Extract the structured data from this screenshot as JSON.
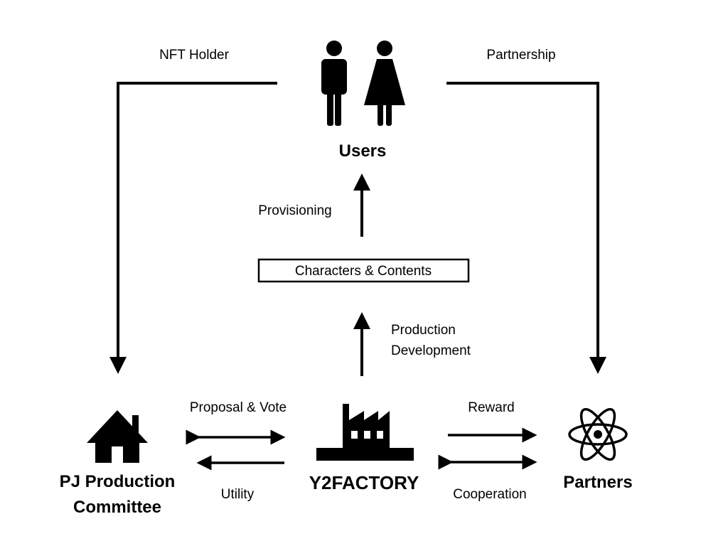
{
  "nodes": {
    "users": "Users",
    "content_box": "Characters & Contents",
    "committee_line1": "PJ Production",
    "committee_line2": "Committee",
    "factory": "Y2FACTORY",
    "partners": "Partners"
  },
  "edges": {
    "nft_holder": "NFT Holder",
    "partnership": "Partnership",
    "provisioning": "Provisioning",
    "production": "Production",
    "development": "Development",
    "proposal_vote": "Proposal & Vote",
    "utility": "Utility",
    "reward": "Reward",
    "cooperation": "Cooperation"
  },
  "icons": {
    "users": "people-icon",
    "committee": "house-icon",
    "factory": "factory-icon",
    "partners": "atom-icon"
  }
}
